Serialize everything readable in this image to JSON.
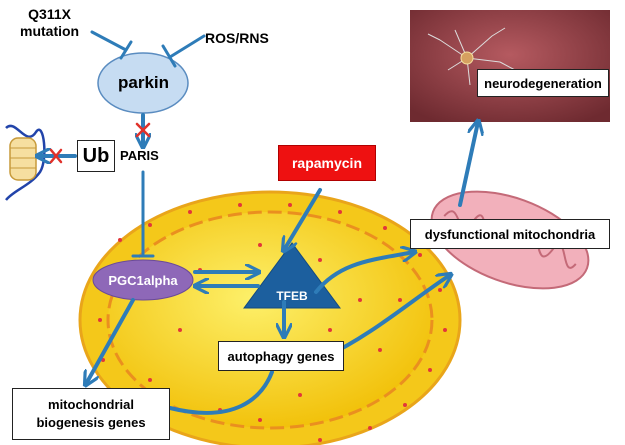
{
  "labels": {
    "q311x": "Q311X\nmutation",
    "ros_rns": "ROS/RNS",
    "parkin": "parkin",
    "ub": "Ub",
    "paris": "PARIS",
    "rapamycin": "rapamycin",
    "pgc1alpha": "PGC1alpha",
    "tfeb": "TFEB",
    "dysfunctional_mitochondria": "dysfunctional mitochondria",
    "autophagy_genes": "autophagy genes",
    "mitochondrial_biogenesis_genes": "mitochondrial\nbiogenesis genes",
    "neurodegeneration": "neurodegeneration"
  },
  "colors": {
    "arrow": "#2e7cb8",
    "parkin_fill": "#c6dcf2",
    "rapamycin_fill": "#ee1111",
    "pgc1alpha_fill": "#8e68b8",
    "tfeb_fill": "#1c5f9e",
    "nucleus_fill": "#f7d51a",
    "mitochondria_fill": "#f2b0bb",
    "neuron_bg": "#8a3a40",
    "inhibit_mark": "#e0312a"
  }
}
